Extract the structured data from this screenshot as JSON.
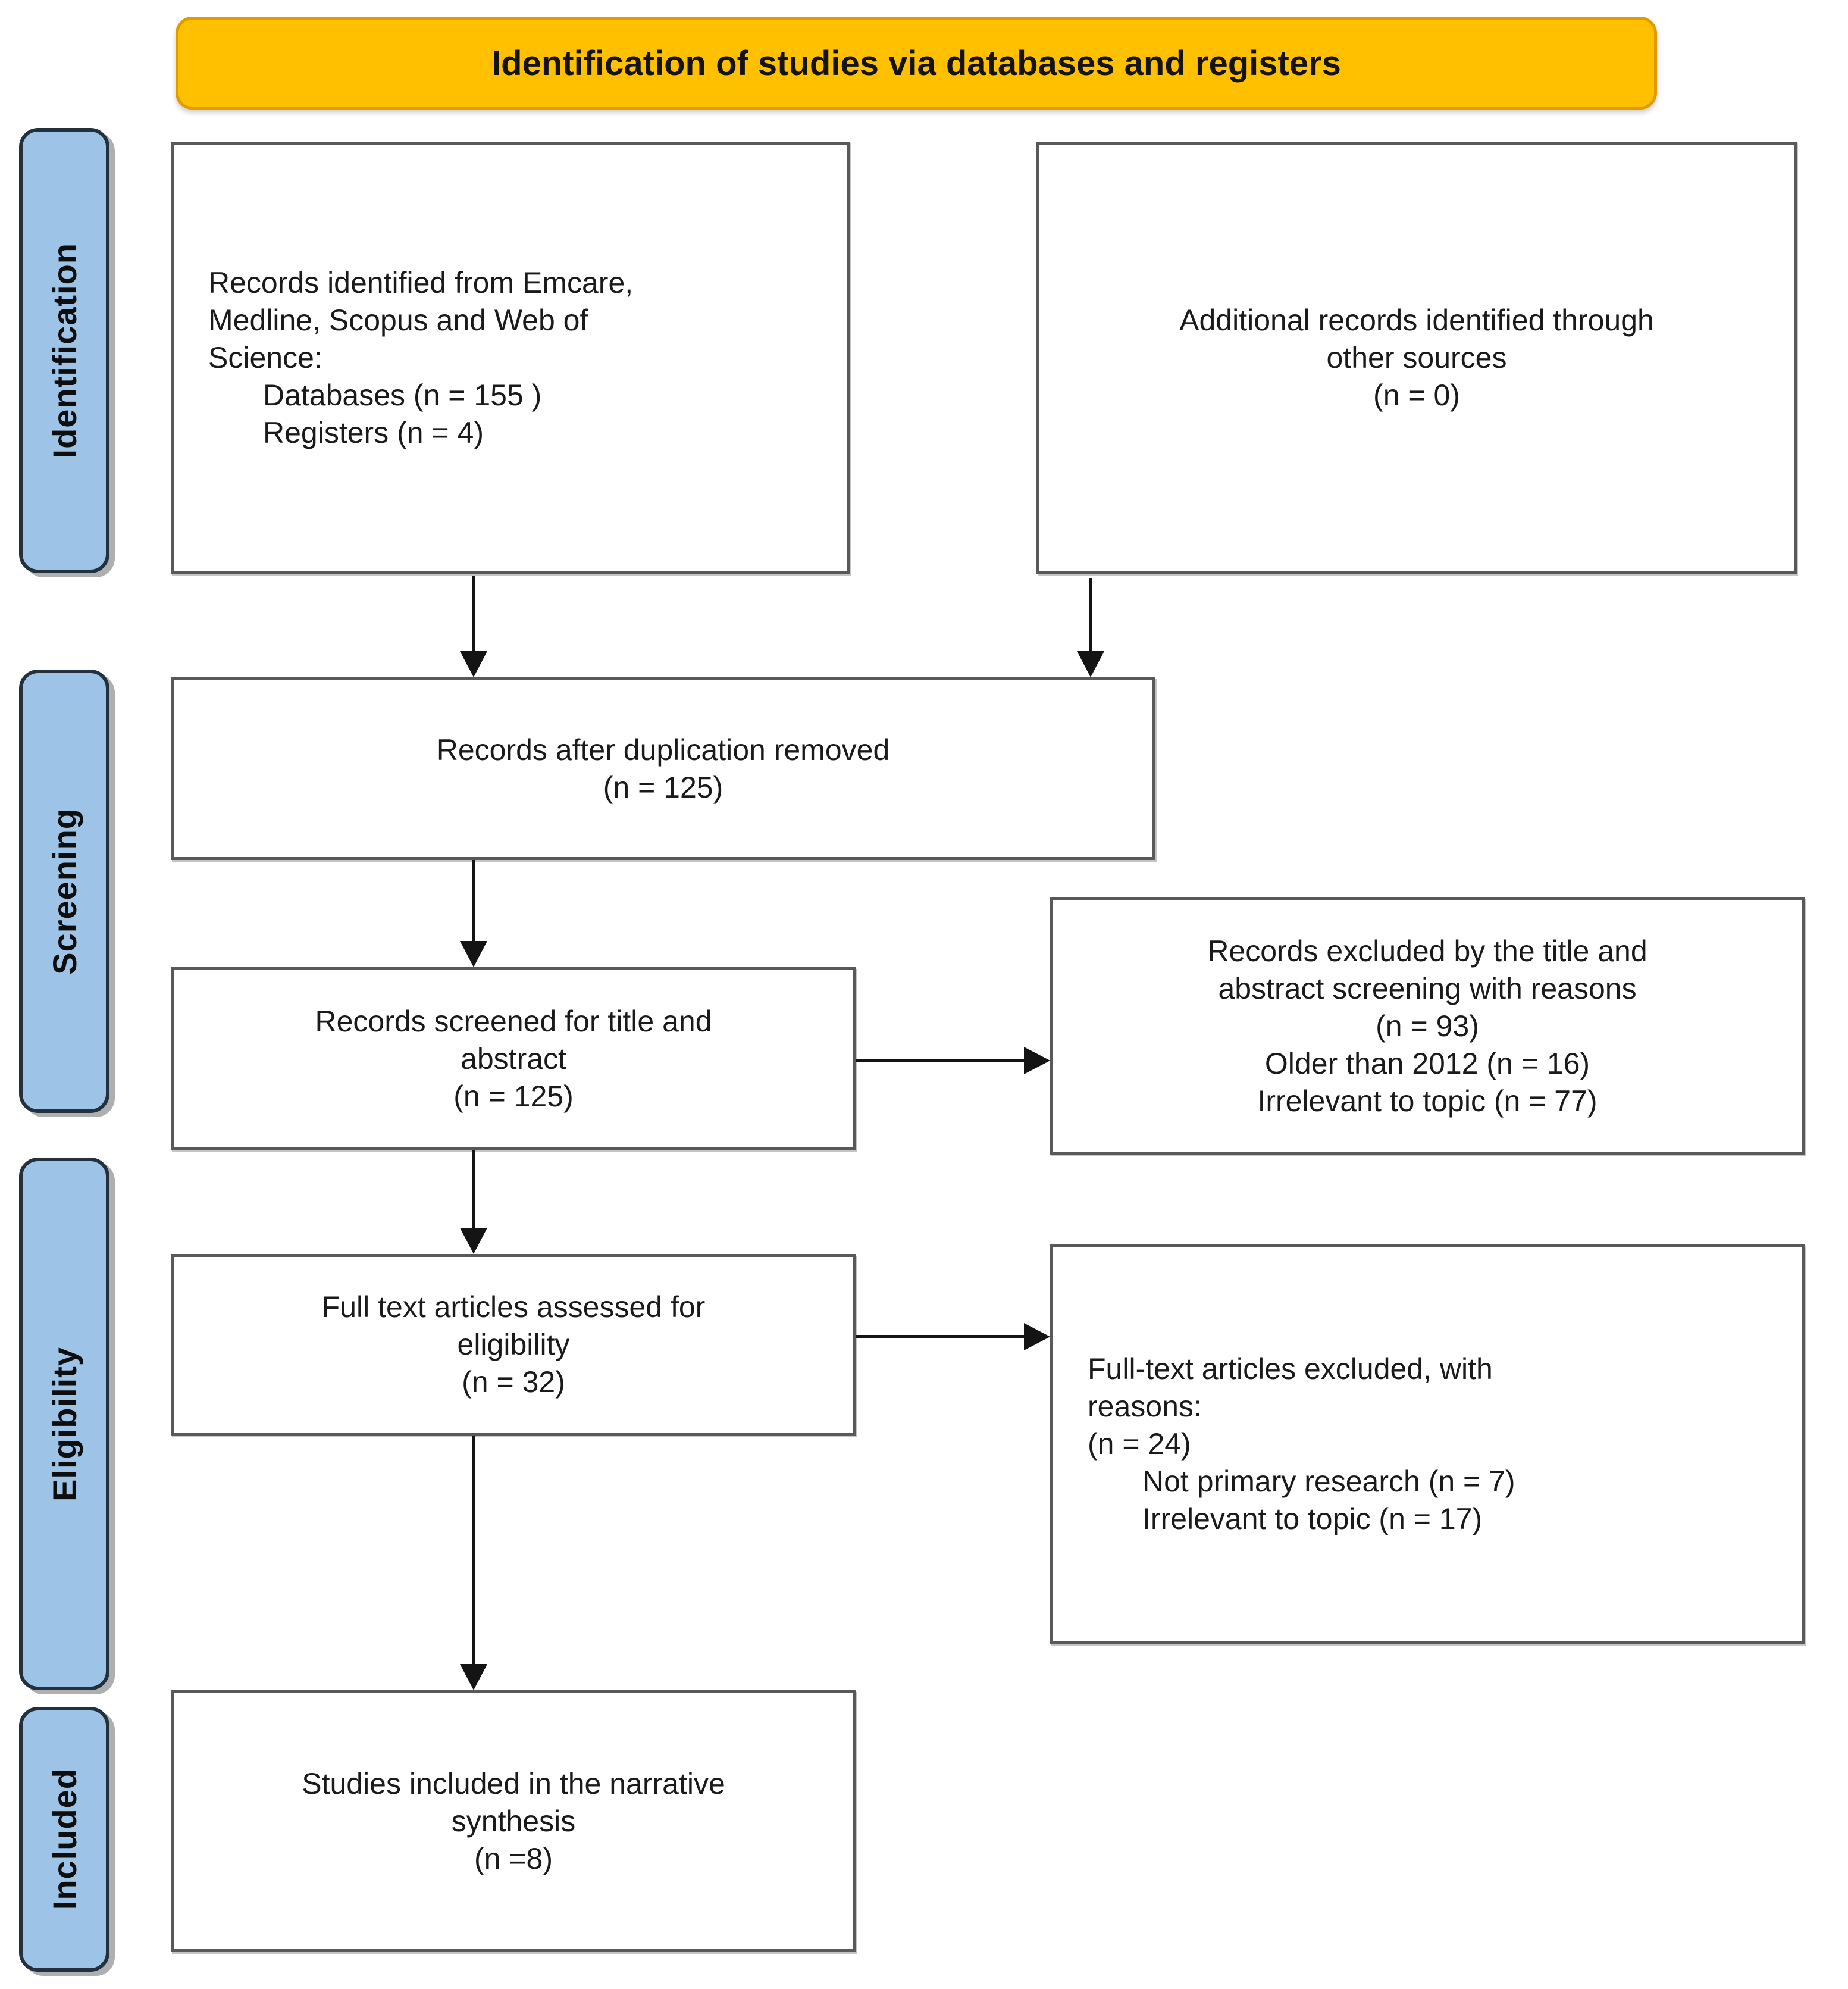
{
  "header": {
    "title": "Identification of studies via databases and registers"
  },
  "sidebar": {
    "items": [
      {
        "id": "identification",
        "label": "Identification"
      },
      {
        "id": "screening",
        "label": "Screening"
      },
      {
        "id": "eligibility",
        "label": "Eligibility"
      },
      {
        "id": "included",
        "label": "Included"
      }
    ]
  },
  "boxes": {
    "records_identified": {
      "lines": [
        "Records identified from Emcare,",
        "Medline, Scopus and Web of",
        "Science:"
      ],
      "items": [
        "Databases (n = 155 )",
        "Registers (n = 4)"
      ]
    },
    "additional_sources": {
      "lines": [
        "Additional records identified through",
        "other sources",
        "(n = 0)"
      ]
    },
    "after_duplication": {
      "lines": [
        "Records after duplication removed",
        "(n = 125)"
      ]
    },
    "title_abstract_screened": {
      "lines": [
        "Records screened for title and",
        "abstract",
        "(n = 125)"
      ]
    },
    "excluded_screening": {
      "lines": [
        "Records excluded by the title and",
        "abstract screening with reasons",
        "(n = 93)",
        "Older than 2012 (n = 16)",
        "Irrelevant to topic (n = 77)"
      ]
    },
    "fulltext_assessed": {
      "lines": [
        "Full text articles assessed for",
        "eligibility",
        "(n = 32)"
      ]
    },
    "fulltext_excluded": {
      "lines": [
        "Full-text articles excluded, with",
        "reasons:",
        "(n = 24)"
      ],
      "items": [
        "Not primary research (n = 7)",
        "Irrelevant to topic (n = 17)"
      ]
    },
    "included_narrative": {
      "lines": [
        "Studies included in the narrative",
        "synthesis",
        "(n =8)"
      ]
    }
  },
  "colors": {
    "banner_bg": "#FFC000",
    "banner_border": "#E39A00",
    "stage_bg": "#9DC3E6",
    "stage_border": "#22313D",
    "box_border": "#595959",
    "arrow": "#141414",
    "text": "#1A1A1A"
  }
}
